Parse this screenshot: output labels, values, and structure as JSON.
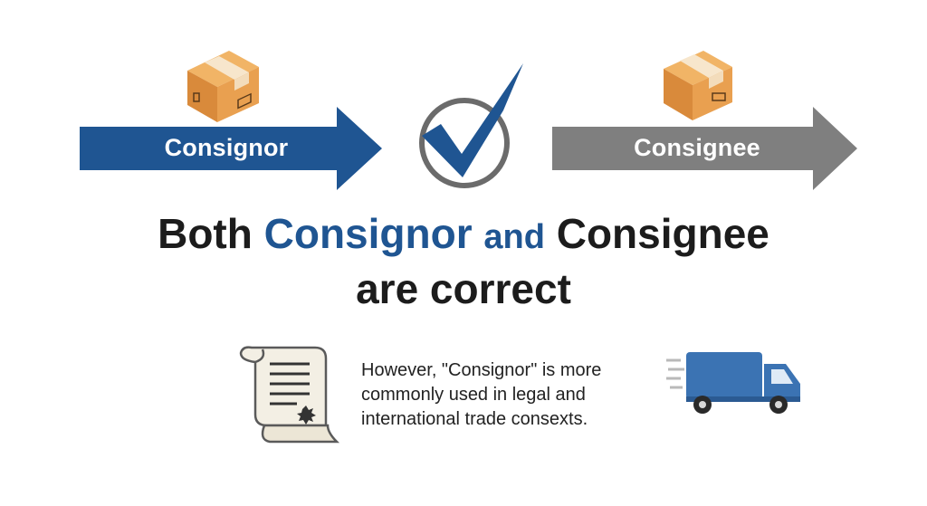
{
  "flow": {
    "consignor_label": "Consignor",
    "consignee_label": "Consignee"
  },
  "headline": {
    "line1_part1": "Both",
    "line1_term1": "Consignor",
    "line1_and": "and",
    "line1_term2": "Consignee",
    "line2": "are correct"
  },
  "note": {
    "line1": "However, \"Consignor\" is more",
    "line2": "commonly used in legal and",
    "line3": "international trade consexts."
  },
  "colors": {
    "consignor_arrow": "#1f5592",
    "consignee_arrow": "#7f7f7f",
    "check_mark": "#1f5592",
    "check_circle": "#6b6b6b",
    "box": "#e49a4a",
    "truck": "#3b73b3"
  },
  "icons": [
    "package-box-icon",
    "check-mark-icon",
    "document-scroll-icon",
    "delivery-truck-icon"
  ]
}
